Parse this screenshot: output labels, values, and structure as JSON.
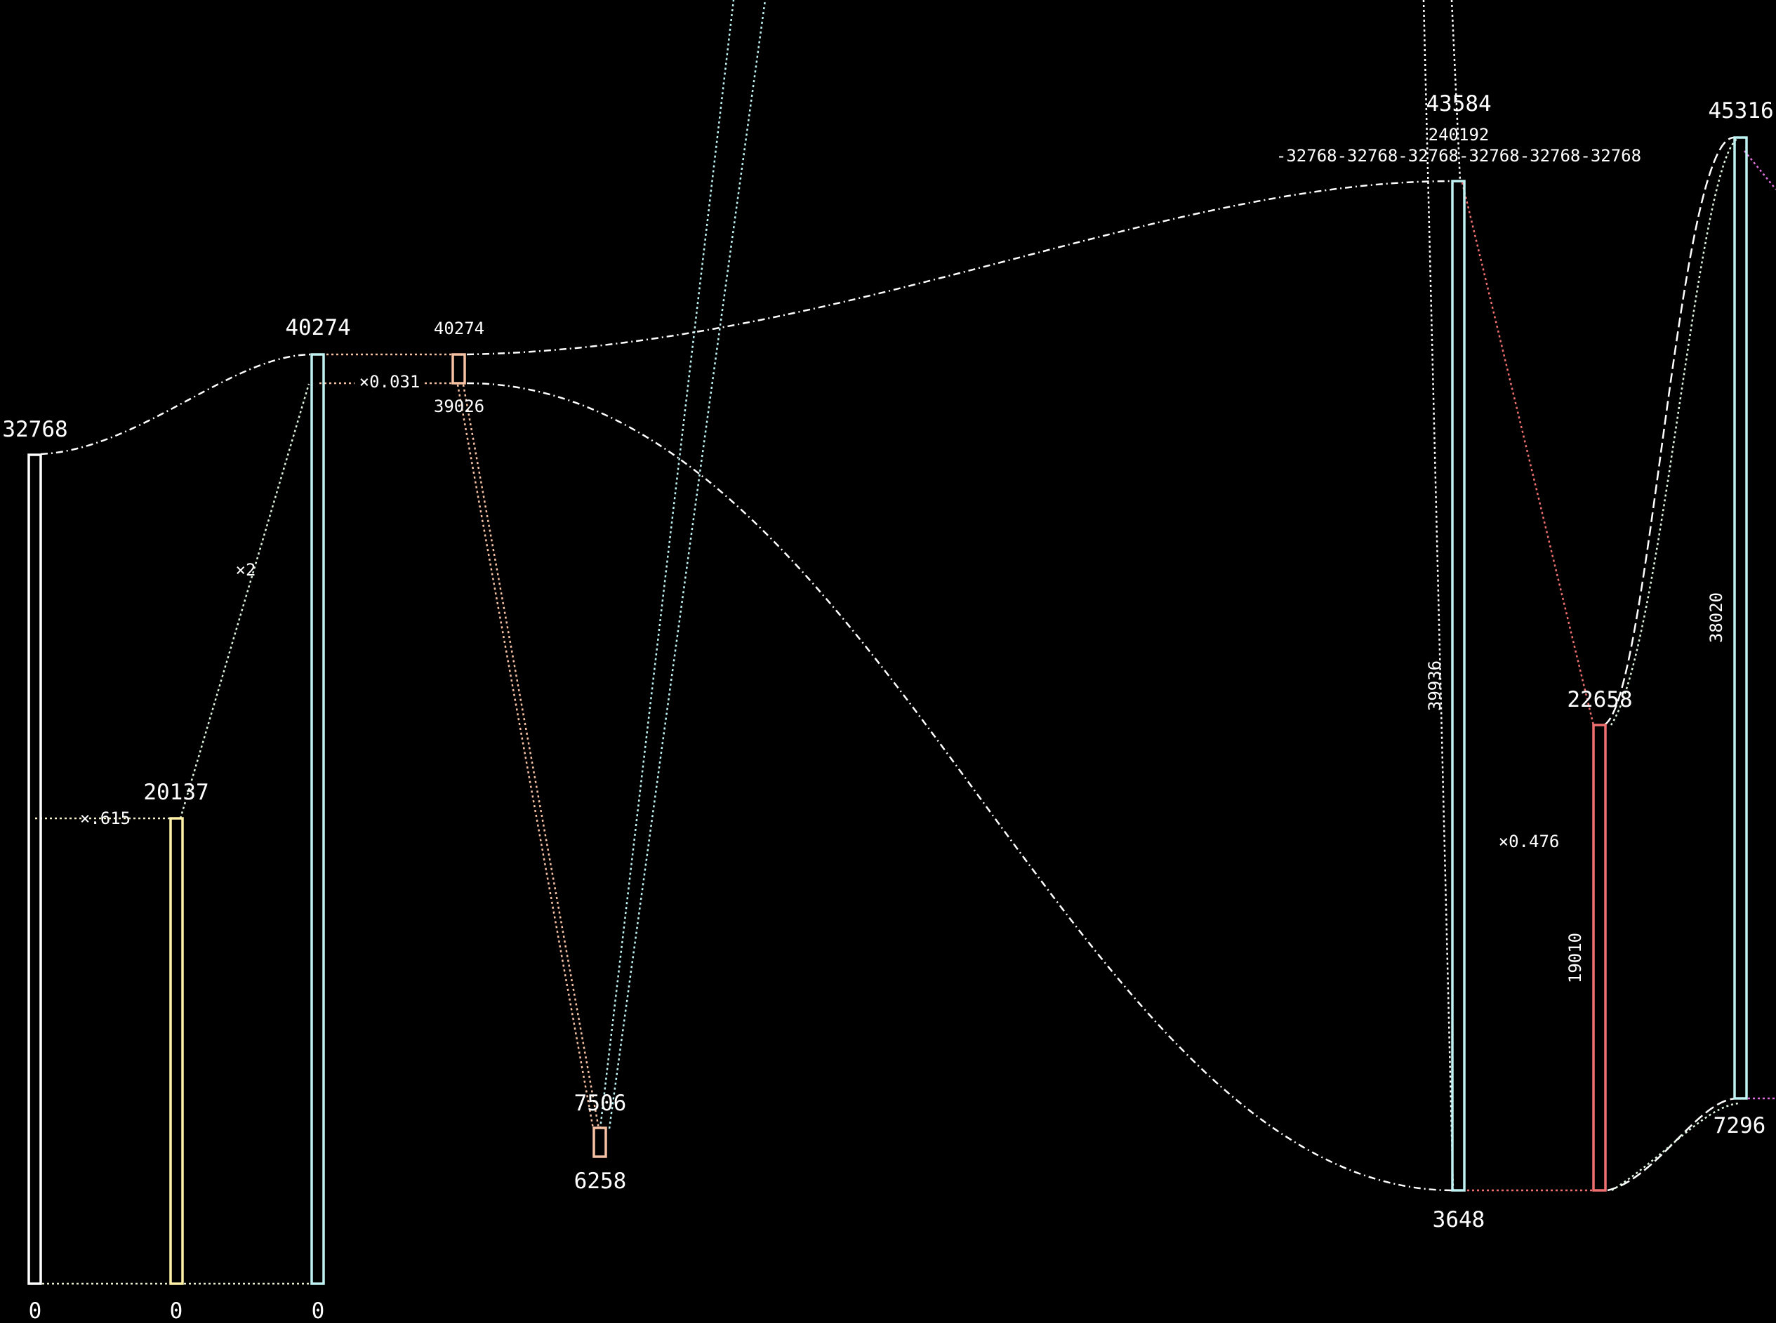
{
  "colors": {
    "background": "#000000",
    "white": "#ffffff",
    "yellow": "#fff2a8",
    "cyan": "#bff3f3",
    "peach": "#f7c2a4",
    "red": "#f07070",
    "magenta": "#e070e0"
  },
  "nodes": [
    {
      "id": "n32768",
      "color": "white",
      "top_label": "32768",
      "bottom_label": "0"
    },
    {
      "id": "n20137",
      "color": "yellow",
      "top_label": "20137",
      "bottom_label": "0"
    },
    {
      "id": "n40274",
      "color": "cyan",
      "top_label": "40274",
      "bottom_label": "0"
    },
    {
      "id": "nsmall1",
      "color": "peach",
      "top_label": "40274",
      "bottom_label": "39026"
    },
    {
      "id": "nsmall2",
      "color": "peach",
      "top_label": "7506",
      "bottom_label": "6258"
    },
    {
      "id": "n43584",
      "color": "cyan",
      "top_label": "43584",
      "sub_label_1": "240192",
      "sub_label_2": "-32768-32768-32768-32768-32768-32768",
      "side_label": "39936",
      "bottom_label": "3648"
    },
    {
      "id": "n22658",
      "color": "red",
      "top_label": "22658",
      "side_label": "19010"
    },
    {
      "id": "n45316",
      "color": "cyan",
      "top_label": "45316",
      "side_label": "38020",
      "bottom_label": "7296"
    }
  ],
  "edge_labels": {
    "mult_615": "×.615",
    "mult_2": "×2",
    "mult_0031": "×0.031",
    "mult_0476": "×0.476"
  }
}
